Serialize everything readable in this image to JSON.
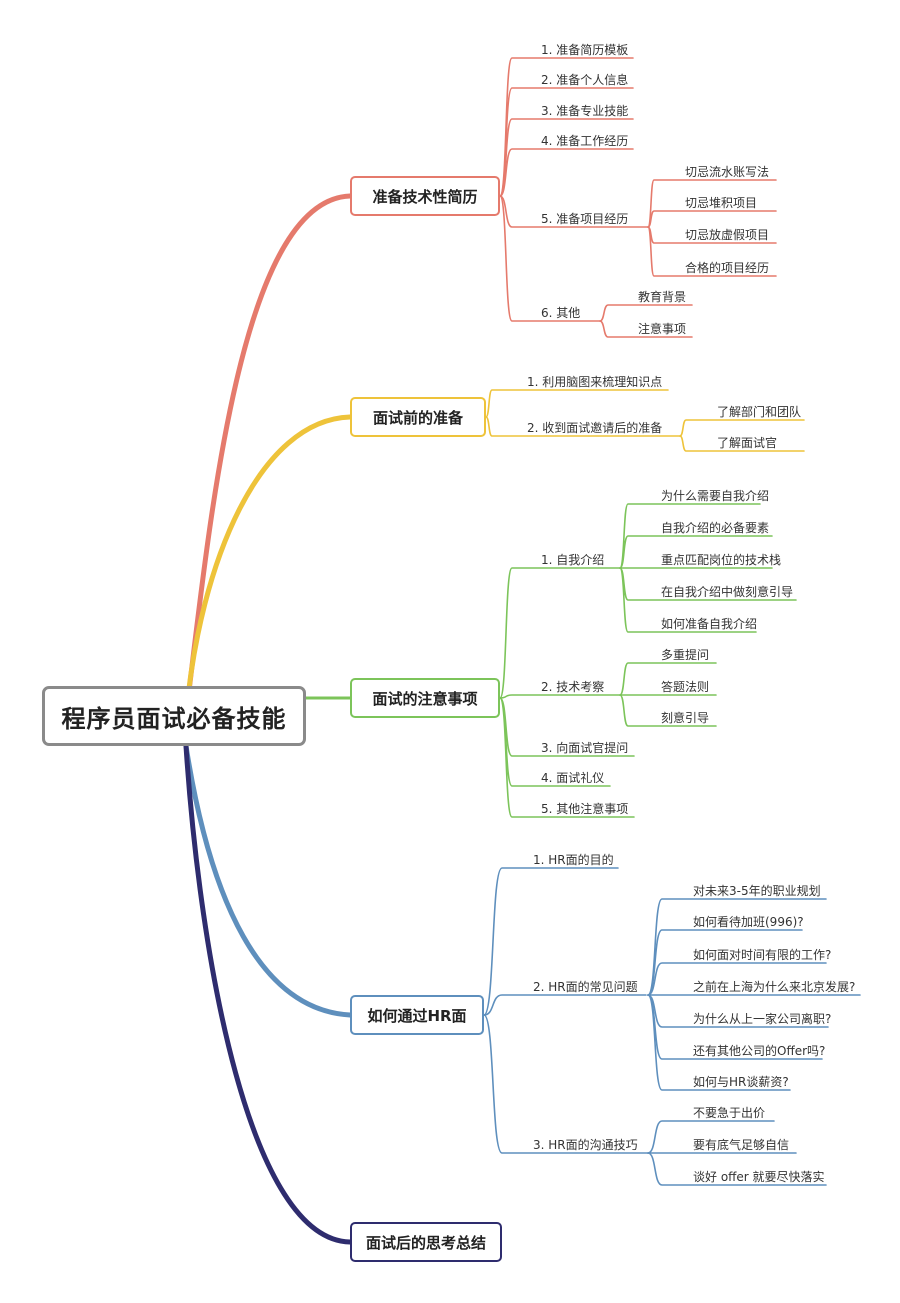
{
  "root": "程序员面试必备技能",
  "colors": {
    "resume": "#e57a6c",
    "prepare": "#eec33a",
    "attention": "#7cc45a",
    "hr": "#5e8fbd",
    "after": "#2e2c6e"
  },
  "branches": {
    "resume": {
      "title": "准备技术性简历",
      "items": [
        "1. 准备简历模板",
        "2. 准备个人信息",
        "3. 准备专业技能",
        "4. 准备工作经历",
        "5. 准备项目经历",
        "6. 其他"
      ],
      "project_sub": [
        "切忌流水账写法",
        "切忌堆积项目",
        "切忌放虚假项目",
        "合格的项目经历"
      ],
      "other_sub": [
        "教育背景",
        "注意事项"
      ]
    },
    "prepare": {
      "title": "面试前的准备",
      "items": [
        "1. 利用脑图来梳理知识点",
        "2. 收到面试邀请后的准备"
      ],
      "invite_sub": [
        "了解部门和团队",
        "了解面试官"
      ]
    },
    "attention": {
      "title": "面试的注意事项",
      "items": [
        "1. 自我介绍",
        "2. 技术考察",
        "3. 向面试官提问",
        "4. 面试礼仪",
        "5. 其他注意事项"
      ],
      "intro_sub": [
        "为什么需要自我介绍",
        "自我介绍的必备要素",
        "重点匹配岗位的技术栈",
        "在自我介绍中做刻意引导",
        "如何准备自我介绍"
      ],
      "tech_sub": [
        "多重提问",
        "答题法则",
        "刻意引导"
      ]
    },
    "hr": {
      "title": "如何通过HR面",
      "items": [
        "1. HR面的目的",
        "2. HR面的常见问题",
        "3. HR面的沟通技巧"
      ],
      "questions_sub": [
        "对未来3-5年的职业规划",
        "如何看待加班(996)?",
        "如何面对时间有限的工作?",
        "之前在上海为什么来北京发展?",
        "为什么从上一家公司离职?",
        "还有其他公司的Offer吗?",
        "如何与HR谈薪资?"
      ],
      "skills_sub": [
        "不要急于出价",
        "要有底气足够自信",
        "谈好 offer 就要尽快落实"
      ]
    },
    "after": {
      "title": "面试后的思考总结"
    }
  }
}
